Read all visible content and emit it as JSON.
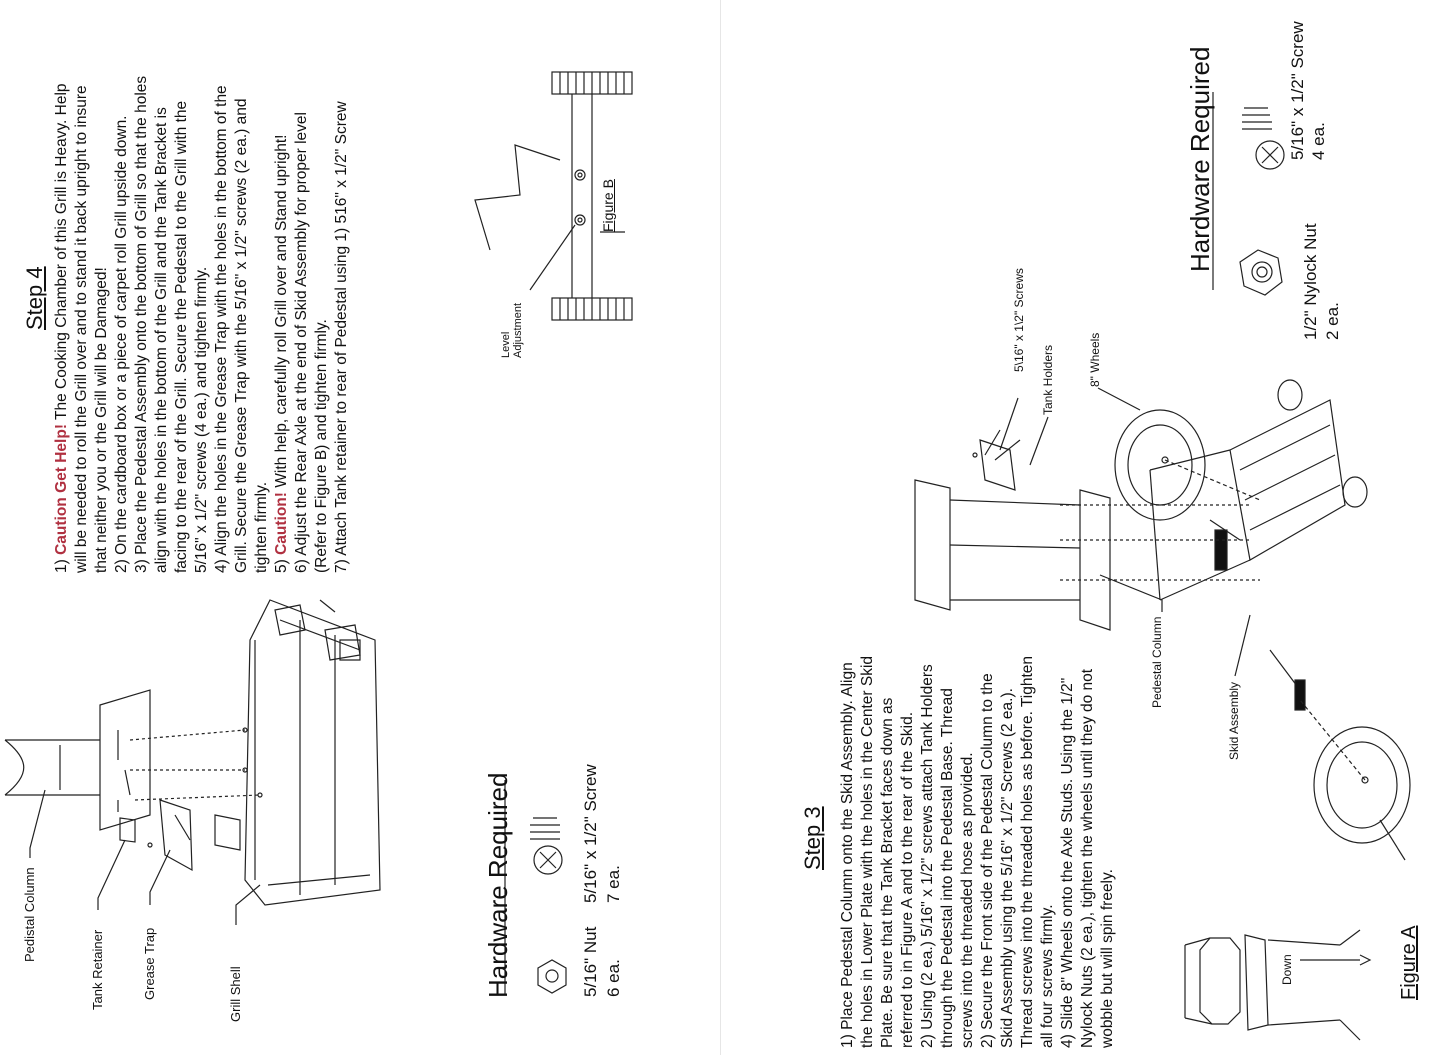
{
  "step4": {
    "title": "Step 4",
    "lines": [
      {
        "pre": "1) ",
        "caution": "Caution Get Help!",
        "post": "  The Cooking Chamber of this Grill is Heavy.  Help"
      },
      {
        "pre": "will be needed to roll the Grill over and to stand it back upright to insure",
        "caution": "",
        "post": ""
      },
      {
        "pre": "that neither you or the Grill will be Damaged!",
        "caution": "",
        "post": ""
      },
      {
        "pre": "2) On the cardboard box or a piece of carpet roll Grill upside down.",
        "caution": "",
        "post": ""
      },
      {
        "pre": "3) Place the Pedestal Assembly onto the bottom of Grill so that the holes",
        "caution": "",
        "post": ""
      },
      {
        "pre": "align with the holes in the bottom of the Grill and the Tank Bracket is",
        "caution": "",
        "post": ""
      },
      {
        "pre": "facing to the rear of the Grill. Secure the Pedestal to the Grill with the",
        "caution": "",
        "post": ""
      },
      {
        "pre": "5/16\" x 1/2\" screws (4 ea.) and tighten firmly.",
        "caution": "",
        "post": ""
      },
      {
        "pre": "4) Align the holes in the Grease Trap with the holes in the bottom of the",
        "caution": "",
        "post": ""
      },
      {
        "pre": "Grill. Secure the Grease Trap with the 5/16\" x 1/2\" screws (2 ea.) and",
        "caution": "",
        "post": ""
      },
      {
        "pre": "tighten firmly.",
        "caution": "",
        "post": ""
      },
      {
        "pre": "5) ",
        "caution": "Caution!",
        "post": " With help, carefully roll Grill over and Stand upright!"
      },
      {
        "pre": "6) Adjust the Rear Axle at the end of Skid Assembly for proper level",
        "caution": "",
        "post": ""
      },
      {
        "pre": "(Refer to Figure B) and tighten firmly.",
        "caution": "",
        "post": ""
      },
      {
        "pre": "7) Attach Tank retainer to rear of Pedestal  using 1) 516\" x 1/2\" Screw",
        "caution": "",
        "post": ""
      }
    ]
  },
  "step3": {
    "title": "Step 3",
    "lines": [
      "1) Place Pedestal Column onto the Skid Assembly.  Align",
      "the holes in Lower Plate with the holes in the Center Skid",
      "Plate.  Be sure that the Tank Bracket faces down as",
      "referred to in Figure A and to the rear of the Skid.",
      "2) Using (2 ea.) 5/16\" x 1/2\" screws attach Tank Holders",
      "through the Pedestal into the Pedestal Base.  Thread",
      "screws into the threaded hose as provided.",
      "2) Secure the Front side of the Pedestal Column to the",
      "Skid Assembly  using the 5/16\" x 1/2\" Screws (2 ea.).",
      "Thread screws into the threaded holes as before.  Tighten",
      "all four screws firmly.",
      "4) Slide 8\" Wheels onto the Axle Studs.  Using the 1/2\"",
      "Nylock Nuts (2 ea.), tighten the wheels until they do not",
      "wobble but will spin freely."
    ]
  },
  "hardware_left": {
    "title": "Hardware Required",
    "screw_name": "5/16\" x 1/2\" Screw",
    "screw_qty": "7 ea.",
    "nut_name": "5/16\" Nut",
    "nut_qty": "6 ea."
  },
  "hardware_right": {
    "title": "Hardware Required",
    "screw_name": "5/16\" x 1/2\" Screw",
    "screw_qty": "4 ea.",
    "nut_name": "1/2\" Nylock Nut",
    "nut_qty": "2 ea."
  },
  "labels": {
    "pedistal_column": "Pedistal Column",
    "tank_retainer": "Tank Retainer",
    "grease_trap": "Grease Trap",
    "grill_shell": "Grill Shell",
    "level": "Level",
    "adjustment": "Adjustment",
    "figure_b": "Figure B",
    "figure_a": "Figure A",
    "down": "Down",
    "pedestal_column": "Pedestal Column",
    "skid_assembly": "Skid Assembly",
    "screws_label": "5\\16\" x 1\\2\" Screws",
    "tank_holders": "Tank Holders",
    "wheels_8": "8\" Wheels"
  }
}
